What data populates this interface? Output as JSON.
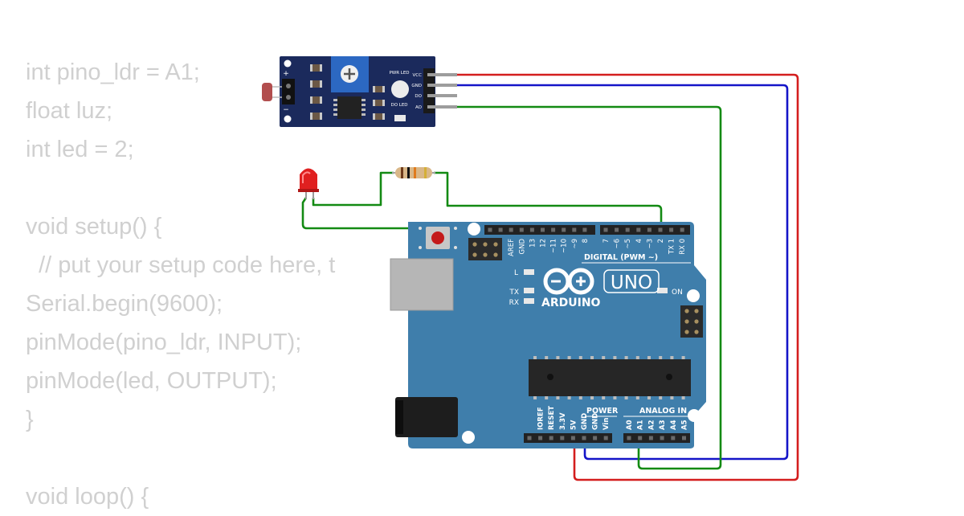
{
  "code_lines": [
    "int pino_ldr = A1;",
    "float luz;",
    "int led = 2;",
    "",
    "void setup() {",
    "  // put your setup code here, t",
    "Serial.begin(9600);",
    "pinMode(pino_ldr, INPUT);",
    "pinMode(led, OUTPUT);",
    "}",
    "",
    "void loop() {"
  ],
  "ldr_module": {
    "pin_labels": [
      "VCC",
      "GND",
      "DO",
      "AO"
    ],
    "led_labels": [
      "PWR LED",
      "DO LED"
    ],
    "plus": "+",
    "minus": "−"
  },
  "arduino": {
    "brand": "ARDUINO",
    "model": "UNO",
    "digital_label": "DIGITAL (PWM ~)",
    "digital_pins": [
      "AREF",
      "GND",
      "13",
      "12",
      "~11",
      "~10",
      "~9",
      "8",
      "7",
      "~6",
      "~5",
      "4",
      "~3",
      "2",
      "TX 1",
      "RX 0"
    ],
    "led_l": "L",
    "led_tx": "TX",
    "led_rx": "RX",
    "on_label": "ON",
    "power_label": "POWER",
    "analog_label": "ANALOG IN",
    "power_pins": [
      "IOREF",
      "RESET",
      "3.3V",
      "5V",
      "GND",
      "GND",
      "Vin"
    ],
    "analog_pins": [
      "A0",
      "A1",
      "A2",
      "A3",
      "A4",
      "A5"
    ]
  },
  "wire_colors": {
    "vcc": "#d41e1e",
    "gnd": "#1414c8",
    "signal": "#138a13"
  },
  "board_color": "#3f7eab",
  "module_color": "#1b2a5c"
}
